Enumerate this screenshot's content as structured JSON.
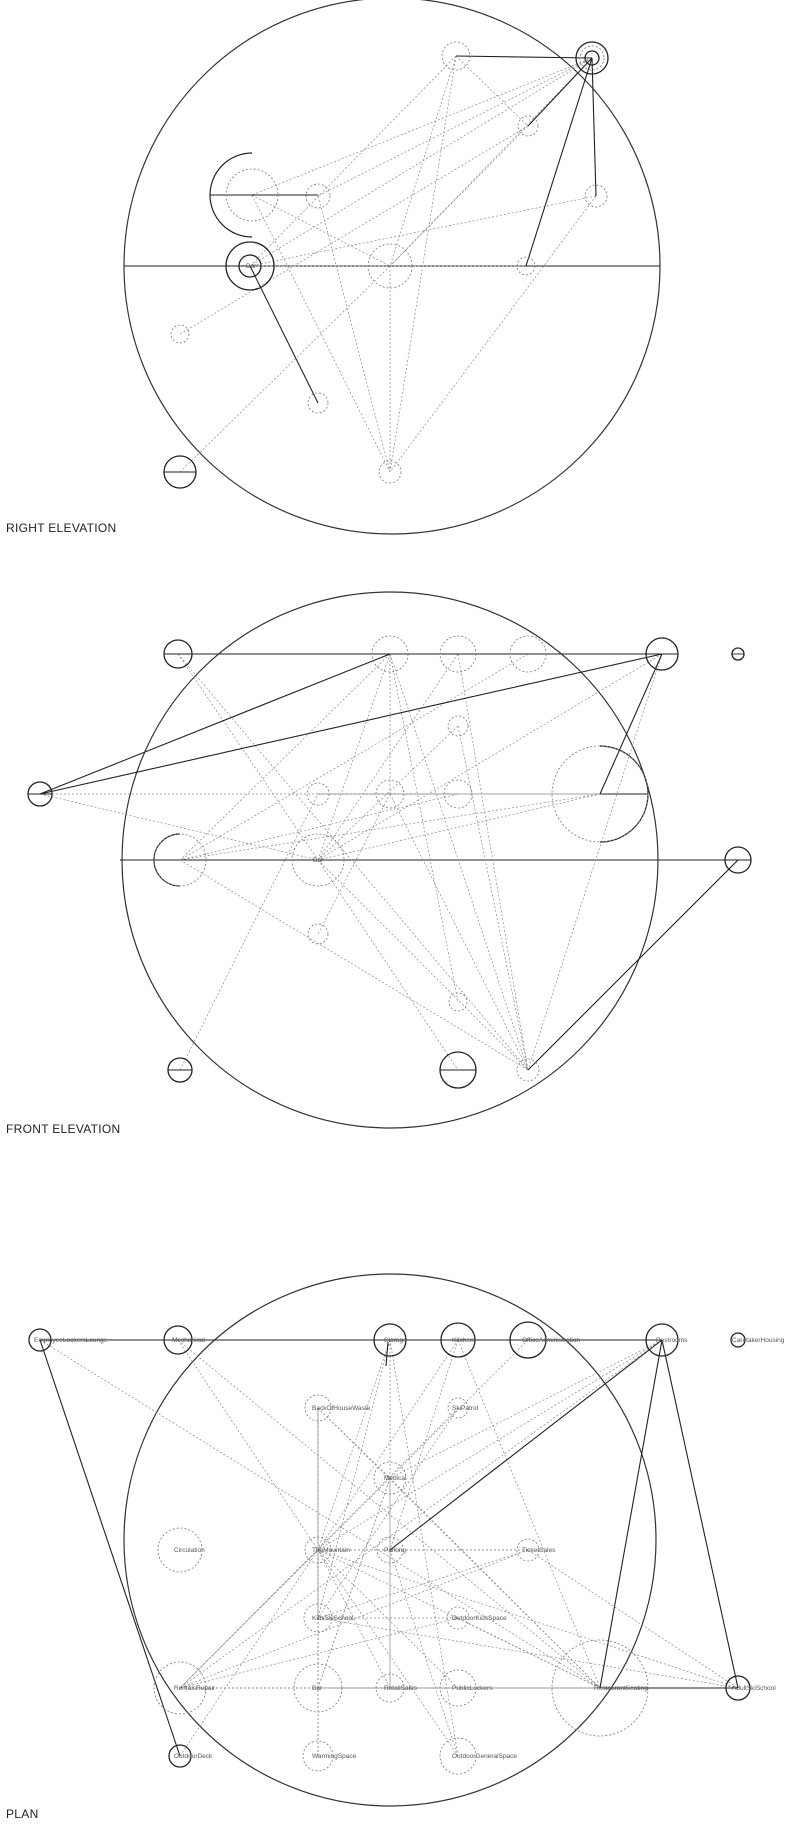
{
  "views": [
    {
      "id": "right",
      "title": "RIGHT ELEVATION"
    },
    {
      "id": "front",
      "title": "FRONT ELEVATION"
    },
    {
      "id": "plan",
      "title": "PLAN"
    }
  ],
  "right_elevation": {
    "node_labels": {
      "bar": "Bar"
    }
  },
  "front_elevation": {
    "node_labels": {
      "bar": "Bar"
    }
  },
  "plan": {
    "node_labels": {
      "employee_lockers_lounge": "EmployeeLockersLounge",
      "mechanical": "Mechanical",
      "storage": "Storage",
      "kitchen": "Kitchen",
      "office_administration": "OfficeAdministration",
      "restrooms": "Restrooms",
      "caretaker_housing": "CaretakerHousing",
      "back_of_house_waste": "BackOfHouseWaste",
      "ski_patrol": "SkiPatrol",
      "medical": "Medical",
      "circulation": "Circulation",
      "the_mountain": "TheMountain",
      "parking": "Parking",
      "ticket_sales": "TicketSales",
      "kids_ski_school": "KidsSkiSchool",
      "outdoor_kids_space": "OutdoorKidsSpace",
      "rentals_repair": "RentalsRepair",
      "bar": "Bar",
      "retail_sales": "RetailSales",
      "public_lockers": "PublicLockers",
      "restaurant_seating": "RestaurantSeating",
      "adult_ski_school": "AdultSkiSchool",
      "outdoor_deck": "OutdoorDeck",
      "warming_space": "WarmingSpace",
      "outdoor_general_space": "OutdoorGeneralSpace"
    }
  }
}
